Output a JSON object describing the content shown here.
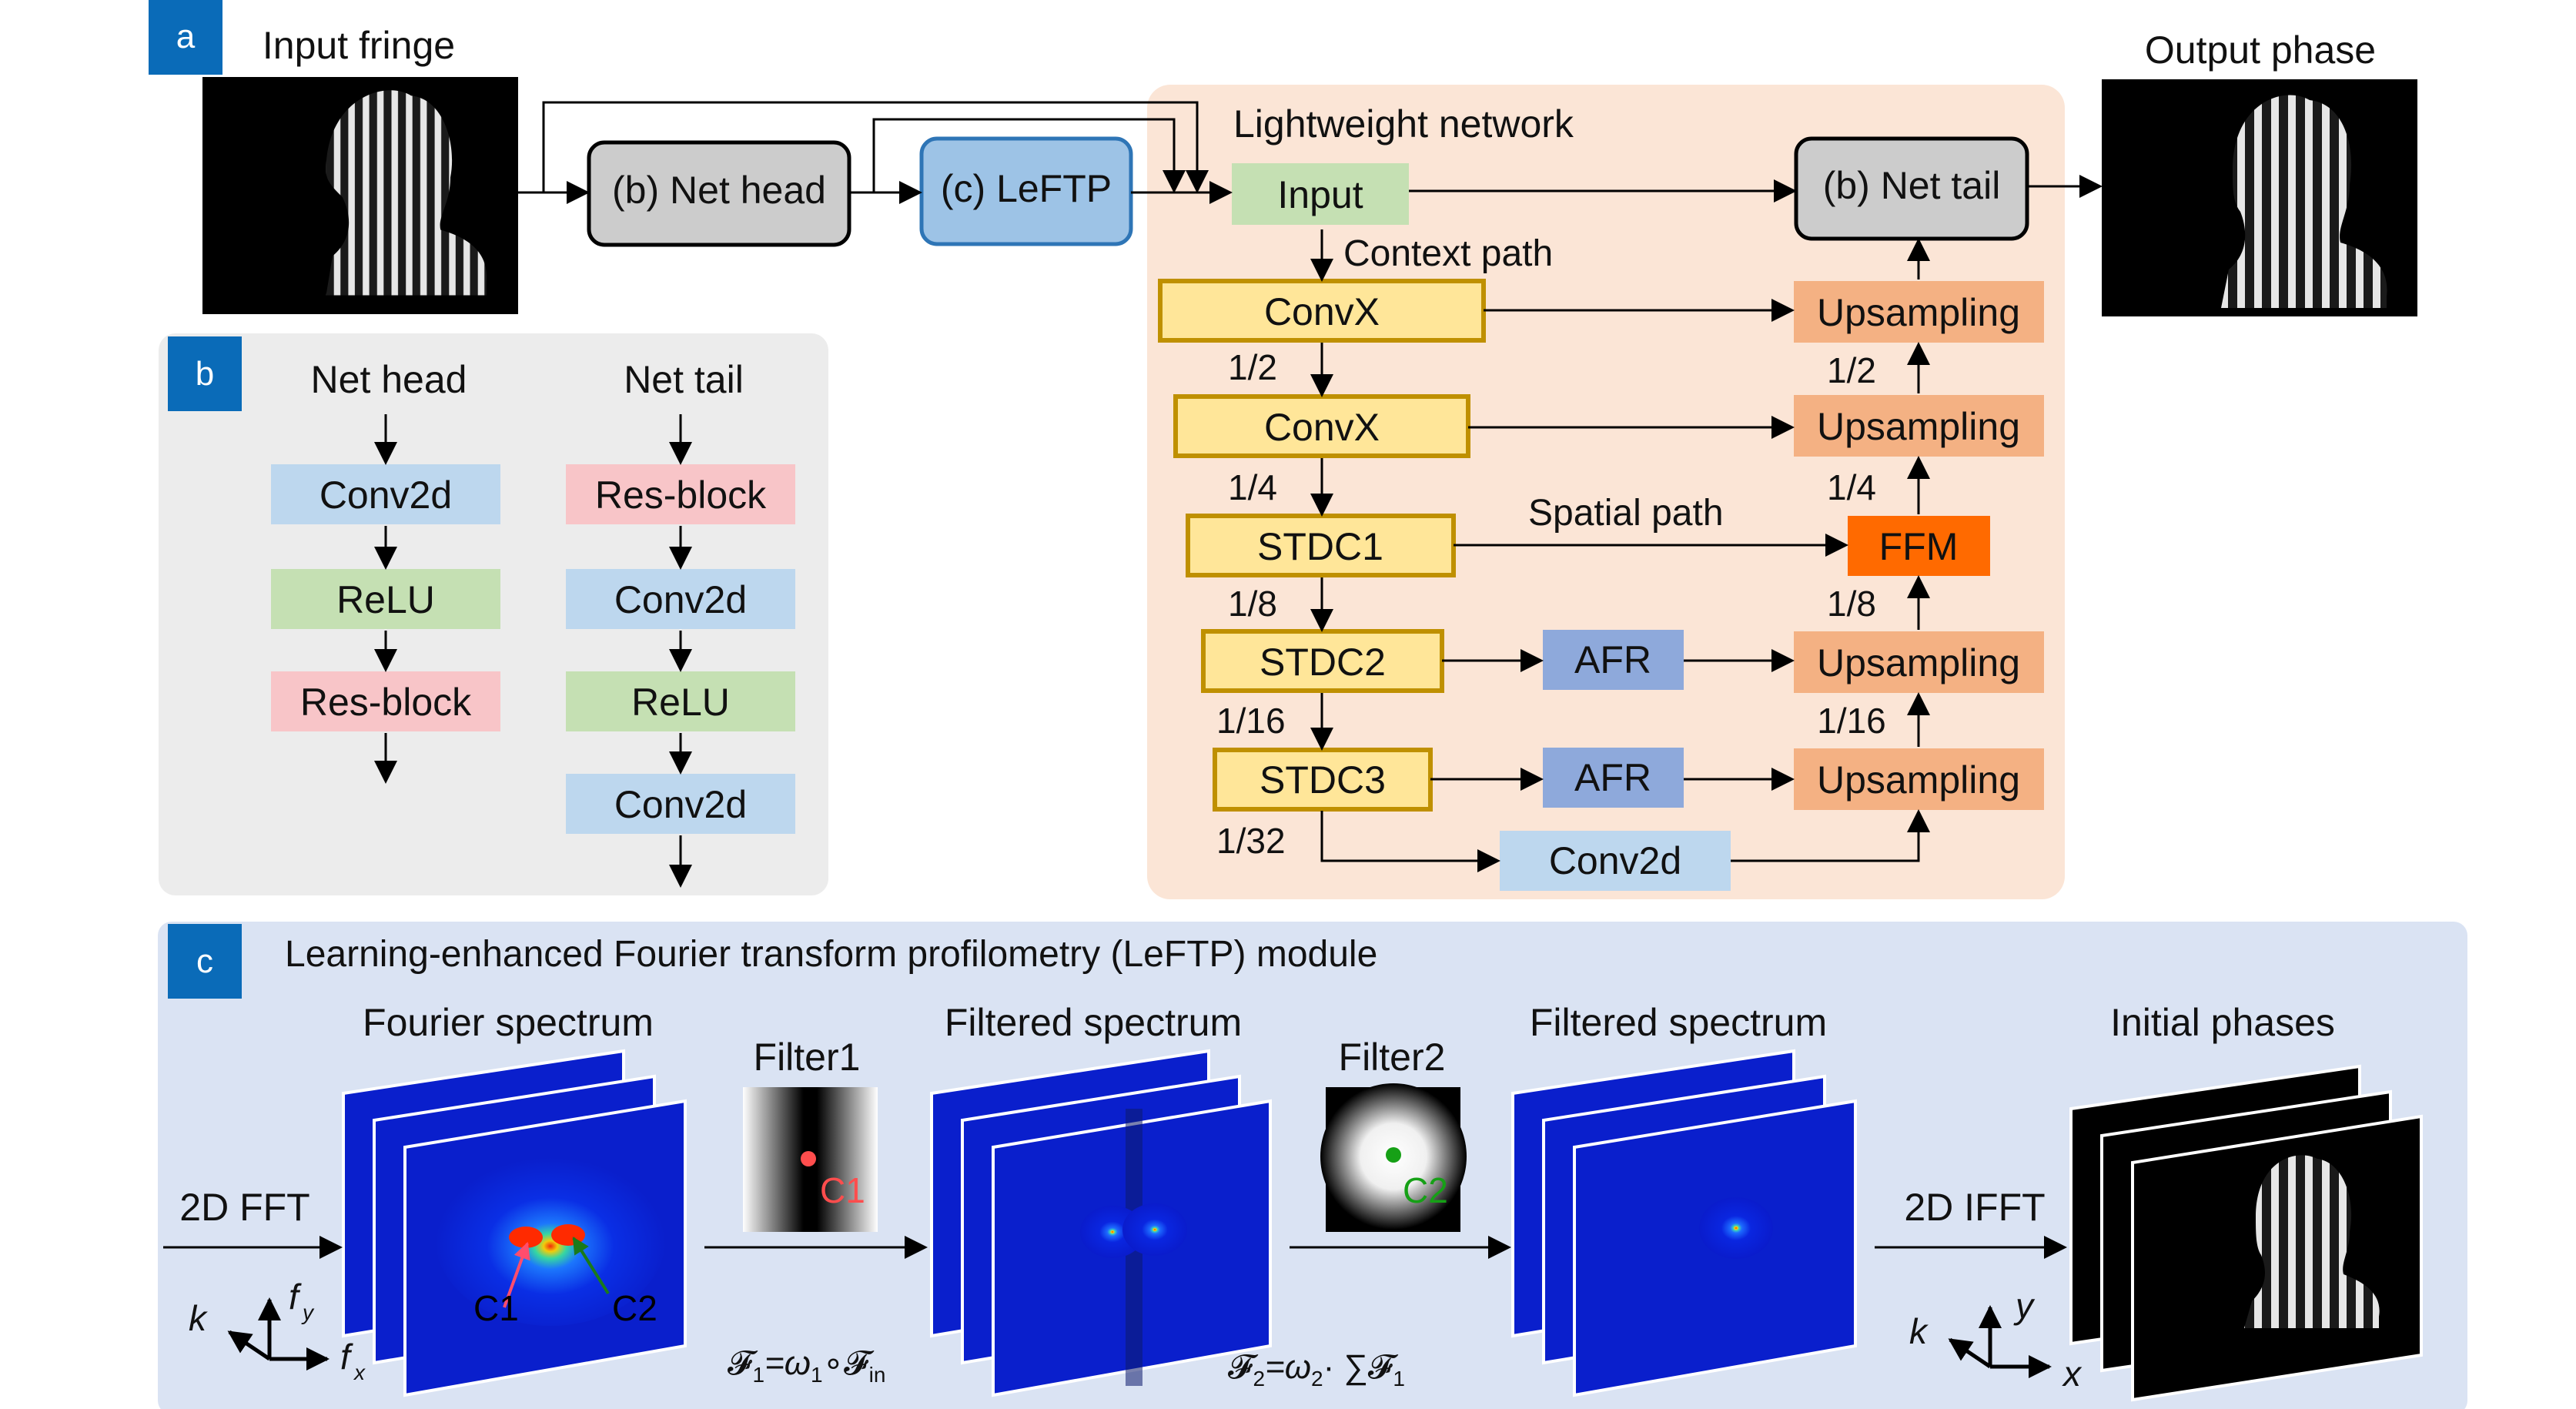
{
  "panel_a": {
    "tag": "a",
    "input_label": "Input fringe",
    "output_label": "Output phase",
    "net_head": "(b) Net head",
    "leftp": "(c) LeFTP",
    "network_title": "Lightweight network",
    "input_node": "Input",
    "net_tail": "(b) Net tail",
    "context_path": "Context path",
    "spatial_path": "Spatial path",
    "encoder": [
      "ConvX",
      "ConvX",
      "STDC1",
      "STDC2",
      "STDC3"
    ],
    "encoder_scales": [
      "1/2",
      "1/4",
      "1/8",
      "1/16",
      "1/32"
    ],
    "decoder": [
      "Upsampling",
      "Upsampling",
      "FFM",
      "Upsampling",
      "Upsampling"
    ],
    "decoder_scales": [
      "1/2",
      "1/4",
      "1/8",
      "1/16"
    ],
    "afr": [
      "AFR",
      "AFR"
    ],
    "conv2d": "Conv2d"
  },
  "panel_b": {
    "tag": "b",
    "head_title": "Net head",
    "head_blocks": [
      "Conv2d",
      "ReLU",
      "Res-block"
    ],
    "tail_title": "Net tail",
    "tail_blocks": [
      "Res-block",
      "Conv2d",
      "ReLU",
      "Conv2d"
    ]
  },
  "panel_c": {
    "tag": "c",
    "title": "Learning-enhanced Fourier transform profilometry (LeFTP) module",
    "stages": [
      "Fourier spectrum",
      "Filtered spectrum",
      "Filtered spectrum",
      "Initial phases"
    ],
    "filter1": "Filter1",
    "filter2": "Filter2",
    "fft": "2D FFT",
    "ifft": "2D IFFT",
    "c1": "C1",
    "c2": "C2",
    "axes1": [
      "k",
      "f",
      "y",
      "f",
      "x"
    ],
    "axes2": [
      "k",
      "y",
      "x"
    ],
    "eq1": [
      "𝓕",
      "1",
      "=ω",
      "1",
      "∘𝓕",
      "in"
    ],
    "eq2": [
      "𝓕",
      "2",
      "=ω",
      "2",
      "· ∑𝓕",
      "1"
    ]
  },
  "colors": {
    "tag_blue": "#0a6bb8",
    "net_bg": "#fbe5d6",
    "b_bg": "#ececec",
    "c_bg": "#dae3f3",
    "convx": "#ffe699",
    "convx_border": "#bf9000",
    "upsampling": "#f4b183",
    "ffm": "#ff6a00",
    "afr": "#8ea9db",
    "conv2d": "#bdd7ee",
    "relu": "#c5e0b3",
    "resblock": "#f8c5c8",
    "input": "#c5e0b3",
    "gray_box": "#cccccc",
    "leftp_box": "#9dc3e6"
  }
}
